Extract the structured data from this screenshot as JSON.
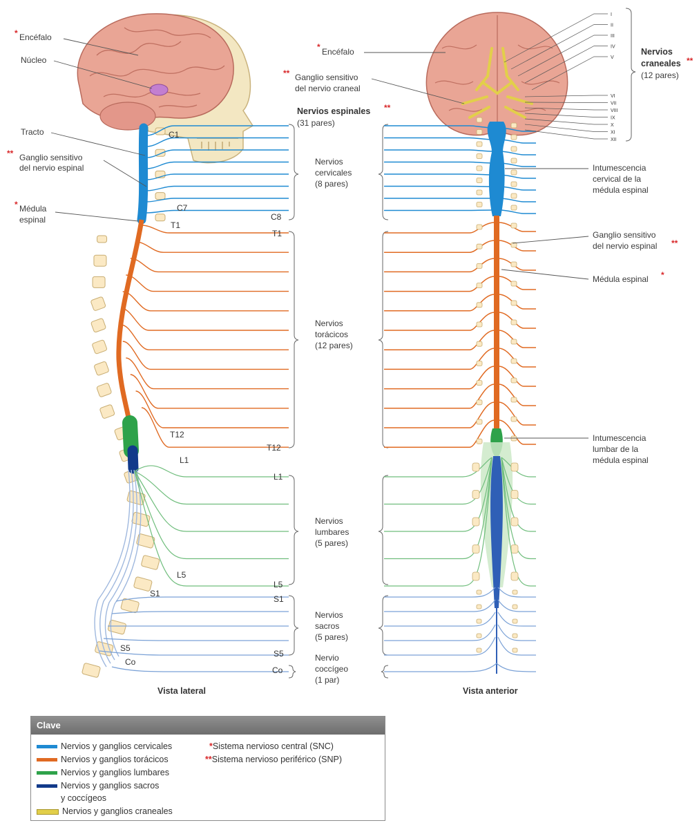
{
  "colors": {
    "cervical": "#1e8ad2",
    "thoracic": "#e06a22",
    "lumbar": "#2ea24a",
    "sacral": "#123a8a",
    "cranial": "#e2cf4a",
    "star": "#d8282a",
    "brain": "#e8a89a",
    "bone": "#fbe9c4"
  },
  "lateral": {
    "encefalo": "Encéfalo",
    "nucleo": "Núcleo",
    "tracto": "Tracto",
    "ganglio_line1": "Ganglio sensitivo",
    "ganglio_line2": "del nervio espinal",
    "medula_line1": "Médula",
    "medula_line2": "espinal",
    "caption": "Vista lateral",
    "vertebra_labels": {
      "c1": "C1",
      "c7": "C7",
      "t1": "T1",
      "t12": "T12",
      "l1": "L1",
      "l5": "L5",
      "s1": "S1",
      "s5": "S5",
      "co": "Co"
    }
  },
  "middle": {
    "segment_labels": {
      "c8": "C8",
      "t1": "T1",
      "t12": "T12",
      "l1": "L1",
      "l5": "L5",
      "s1": "S1",
      "s5": "S5",
      "co": "Co"
    },
    "spinal_title": "Nervios espinales",
    "spinal_count": "(31 pares)",
    "cervical": [
      "Nervios",
      "cervicales",
      "(8 pares)"
    ],
    "thoracic": [
      "Nervios",
      "torácicos",
      "(12 pares)"
    ],
    "lumbar": [
      "Nervios",
      "lumbares",
      "(5 pares)"
    ],
    "sacral": [
      "Nervios",
      "sacros",
      "(5 pares)"
    ],
    "coccygeal": [
      "Nervio",
      "coccígeo",
      "(1 par)"
    ]
  },
  "anterior": {
    "encefalo": "Encéfalo",
    "ganglio_craneal_line1": "Ganglio sensitivo",
    "ganglio_craneal_line2": "del nervio craneal",
    "cranial_title_line1": "Nervios",
    "cranial_title_line2": "craneales",
    "cranial_count": "(12 pares)",
    "cranial_numerals": [
      "I",
      "II",
      "III",
      "IV",
      "V",
      "VI",
      "VII",
      "VIII",
      "IX",
      "X",
      "XI",
      "XII"
    ],
    "cervical_enl": [
      "Intumescencia",
      "cervical de la",
      "médula espinal"
    ],
    "ganglio_espinal_line1": "Ganglio sensitivo",
    "ganglio_espinal_line2": "del nervio espinal",
    "medula": "Médula espinal",
    "lumbar_enl": [
      "Intumescencia",
      "lumbar de la",
      "médula espinal"
    ],
    "caption": "Vista anterior"
  },
  "key": {
    "title": "Clave",
    "items": [
      "Nervios y ganglios cervicales",
      "Nervios y ganglios torácicos",
      "Nervios y ganglios lumbares",
      "Nervios y ganglios sacros",
      "y coccígeos",
      "Nervios y ganglios craneales"
    ],
    "cns": "Sistema nervioso central (SNC)",
    "pns": "Sistema nervioso periférico (SNP)",
    "star_single": "*",
    "star_double": "**"
  }
}
